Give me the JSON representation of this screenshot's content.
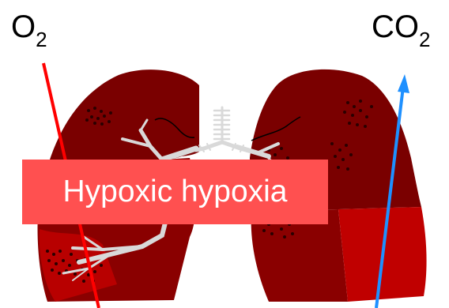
{
  "labels": {
    "o2": {
      "main": "O",
      "sub": "2"
    },
    "co2": {
      "main": "CO",
      "sub": "2"
    }
  },
  "banner": {
    "text": "Hypoxic hypoxia"
  },
  "colors": {
    "lung_dark": "#7a0000",
    "lung_mid": "#a00000",
    "lung_bright": "#c00000",
    "airway": "#d9d9d9",
    "o2_arrow": "#ff0000",
    "co2_arrow": "#1e90ff",
    "banner_bg": "#ff5050"
  }
}
